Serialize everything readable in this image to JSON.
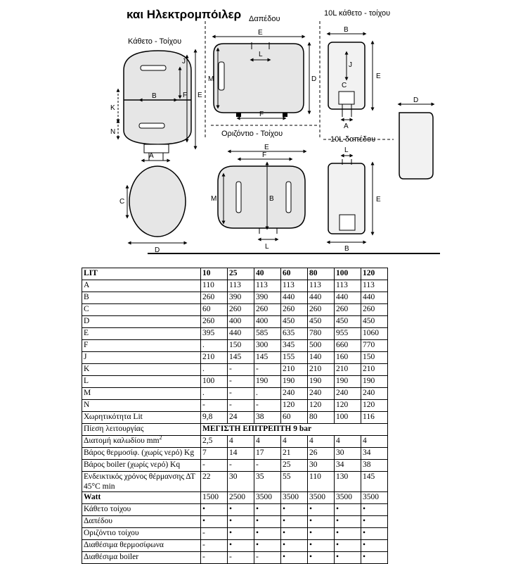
{
  "diagram": {
    "title": "και Ηλεκτρομπόιλερ",
    "labels": {
      "vertical_wall": "Κάθετο - Τοίχου",
      "floor": "Δαπέδου",
      "horizontal_wall": "Οριζόντιο - Τοίχου",
      "small_vertical_wall": "10L κάθετο - τοίχου",
      "small_floor": "10L δαπέδου"
    },
    "dims": {
      "A": "A",
      "B": "B",
      "C": "C",
      "D": "D",
      "E": "E",
      "F": "F",
      "J": "J",
      "K": "K",
      "L": "L",
      "M": "M",
      "N": "N"
    }
  },
  "table": {
    "header_label": "LIT",
    "columns": [
      "10",
      "25",
      "40",
      "60",
      "80",
      "100",
      "120"
    ],
    "rows": [
      {
        "label": "A",
        "values": [
          "110",
          "113",
          "113",
          "113",
          "113",
          "113",
          "113"
        ]
      },
      {
        "label": "B",
        "values": [
          "260",
          "390",
          "390",
          "440",
          "440",
          "440",
          "440"
        ]
      },
      {
        "label": "C",
        "values": [
          "60",
          "260",
          "260",
          "260",
          "260",
          "260",
          "260"
        ]
      },
      {
        "label": "D",
        "values": [
          "260",
          "400",
          "400",
          "450",
          "450",
          "450",
          "450"
        ]
      },
      {
        "label": "E",
        "values": [
          "395",
          "440",
          "585",
          "635",
          "780",
          "955",
          "1060"
        ]
      },
      {
        "label": "F",
        "values": [
          ".",
          "150",
          "300",
          "345",
          "500",
          "660",
          "770"
        ]
      },
      {
        "label": "J",
        "values": [
          "210",
          "145",
          "145",
          "155",
          "140",
          "160",
          "150"
        ]
      },
      {
        "label": "K",
        "values": [
          ".",
          "-",
          "-",
          "210",
          "210",
          "210",
          "210"
        ]
      },
      {
        "label": "L",
        "values": [
          "100",
          "-",
          "190",
          "190",
          "190",
          "190",
          "190"
        ]
      },
      {
        "label": "M",
        "values": [
          ".",
          "-",
          ".",
          "240",
          "240",
          "240",
          "240"
        ]
      },
      {
        "label": "N",
        "values": [
          "-",
          "-",
          "-",
          "120",
          "120",
          "120",
          "120"
        ]
      },
      {
        "label": "Χωρητικότητα Lit",
        "values": [
          "9,8",
          "24",
          "38",
          "60",
          "80",
          "100",
          "116"
        ]
      }
    ],
    "pressure": {
      "label": "Πίεση λειτουργίας",
      "value": "ΜΕΓΙΣΤΗ ΕΠΙΤΡΕΠΤΗ 9 bar"
    },
    "cable": {
      "label": "Διατομή καλωδίου mm",
      "sup": "2",
      "values": [
        "2,5",
        "4",
        "4",
        "4",
        "4",
        "4",
        "4"
      ]
    },
    "rows2": [
      {
        "label": "Βάρος θερμοσίφ. (χωρίς νερό) Kg",
        "values": [
          "7",
          "14",
          "17",
          "21",
          "26",
          "30",
          "34"
        ]
      },
      {
        "label": "Βάρος boiler (χωρίς νερό) Kq",
        "values": [
          "-",
          "-",
          "-",
          "25",
          "30",
          "34",
          "38"
        ]
      }
    ],
    "heat_time": {
      "line1": "Ενδεικτικός χρόνος θέρμανσης ΔΤ",
      "line2": "45°C min",
      "values": [
        "22",
        "30",
        "35",
        "55",
        "110",
        "130",
        "145"
      ]
    },
    "watt": {
      "label": "Watt",
      "values": [
        "1500",
        "2500",
        "3500",
        "3500",
        "3500",
        "3500",
        "3500"
      ]
    },
    "rows3": [
      {
        "label": "Κάθετο τοίχου",
        "values": [
          "•",
          "•",
          "•",
          "•",
          "•",
          "•",
          "•"
        ]
      },
      {
        "label": "Δαπέδου",
        "values": [
          "•",
          "•",
          "•",
          "•",
          "•",
          "•",
          "•"
        ]
      },
      {
        "label": "Οριζόντιο τοίχου",
        "values": [
          "-",
          "•",
          "•",
          "•",
          "•",
          "•",
          "•"
        ]
      },
      {
        "label": "Διαθέσιμα θερμοσίφωνα",
        "values": [
          "-",
          "•",
          "•",
          "•",
          "•",
          "•",
          "•"
        ]
      },
      {
        "label": "Διαθέσιμα boiler",
        "values": [
          "-",
          "-",
          "-",
          "•",
          "•",
          "•",
          "•"
        ]
      }
    ]
  }
}
